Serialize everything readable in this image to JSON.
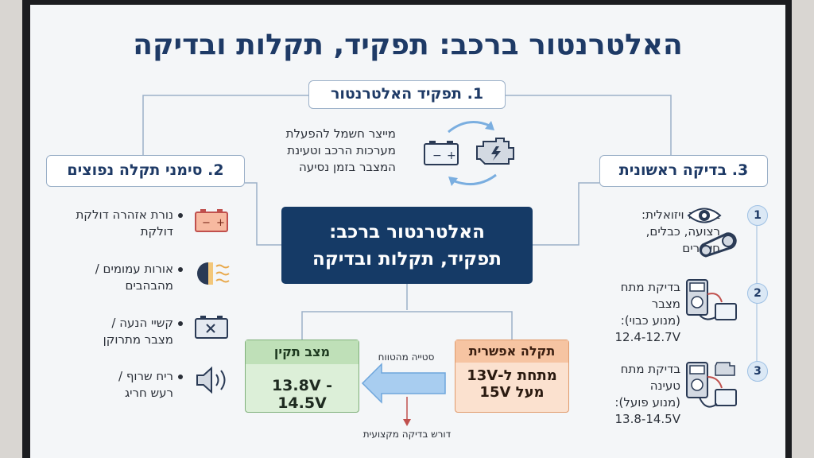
{
  "title": "האלטרנטור ברכב: תפקיד, תקלות ובדיקה",
  "center": {
    "line1": "האלטרנטור ברכב:",
    "line2": "תפקיד, תקלות ובדיקה"
  },
  "role": {
    "heading": "1. תפקיד האלטרנטור",
    "lines": [
      "מייצר חשמל להפעלת",
      "מערכות הרכב וטעינת",
      "המצבר בזמן נסיעה"
    ]
  },
  "symptoms": {
    "heading": "2. סימני תקלה נפוצים",
    "items": [
      {
        "line1": "נורת אזהרה דולקת",
        "line2": "דולקת",
        "icon": "battery-warning-icon"
      },
      {
        "line1": "אורות עמומים /",
        "line2": "מהבהבים",
        "icon": "headlight-icon"
      },
      {
        "line1": "קשיי הנעה /",
        "line2": "מצבר מתרוקן",
        "icon": "dead-battery-icon"
      },
      {
        "line1": "ריח שרוף /",
        "line2": "רעש חריג",
        "icon": "speaker-icon"
      }
    ]
  },
  "check": {
    "heading": "3. בדיקה ראשונית",
    "steps": [
      {
        "num": "1",
        "line1": "בדיקה ויזואלית:",
        "line2": "רצועה, כבלים,",
        "line3": "חיבורים"
      },
      {
        "num": "2",
        "line1": "בדיקת מתח מצבר",
        "line2": "(מנוע כבוי):",
        "line3": "12.4-12.7V"
      },
      {
        "num": "3",
        "line1": "בדיקת מתח טעינה",
        "line2": "(מנוע פועל):",
        "line3": "13.8-14.5V"
      }
    ]
  },
  "normal": {
    "heading": "מצב תקין",
    "value": "13.8V - 14.5V"
  },
  "fault": {
    "heading": "תקלה אפשרית",
    "line1": "מתחת ל-13V",
    "line2": "מעל 15V"
  },
  "deviation_label": "סטייה מהטווח",
  "pro_check_label": "דורש בדיקה מקצועית",
  "colors": {
    "navy": "#153a66",
    "green_bg": "#dcefd8",
    "orange_bg": "#fbe1cf",
    "arrow_blue": "#a8cdf0"
  }
}
